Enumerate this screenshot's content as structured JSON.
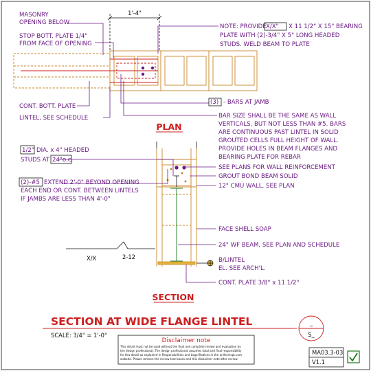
{
  "plan": {
    "title": "PLAN",
    "dim_width": "1'-4\"",
    "notes": {
      "masonry_1": "MASONRY",
      "masonry_2": "OPENING BELOW",
      "stop_plate_1": "STOP BOTT. PLATE 1/4\"",
      "stop_plate_2": "FROM FACE OF OPENING",
      "cont_plate": "CONT. BOTT. PLATE",
      "lintel": "LINTEL, SEE SCHEDULE",
      "bearing_1_pre": "NOTE: PROVIDE",
      "bearing_1_box": "X/X\"",
      "bearing_1_post": "X 11 1/2\" X 15\" BEARING",
      "bearing_2": "PLATE WITH (2)-3/4\" X 5\" LONG HEADED",
      "bearing_3": "STUDS. WELD BEAM TO PLATE",
      "bars_box": "(3)",
      "bars_text": "- BARS AT JAMB",
      "bar_size_1": "BAR SIZE SHALL BE THE SAME AS WALL",
      "bar_size_2": "VERTICALS, BUT NOT LESS THAN #5.  BARS",
      "bar_size_3": "ARE CONTINUOUS PAST LINTEL IN SOLID",
      "bar_size_4": "GROUTED CELLS FULL HEIGHT OF WALL.",
      "bar_size_5": "PROVIDE HOLES IN BEAM FLANGES AND",
      "bar_size_6": "BEARING PLATE FOR REBAR"
    }
  },
  "section": {
    "title": "SECTION",
    "notes": {
      "studs_box1": "1/2\"",
      "studs_1": "DIA. x 4\" HEADED",
      "studs_2_pre": "STUDS AT",
      "studs_box2": "24\"o.c.",
      "extend_box": "(2)-#5",
      "extend_1": "EXTEND 2'-0\" BEYOND OPENING",
      "extend_2": "EACH END OR CONT. BETWEEN LINTELS",
      "extend_3": "IF JAMBS ARE LESS THAN 4'-0\"",
      "wall_reinf": "SEE PLANS FOR WALL REINFORCEMENT",
      "grout": "GROUT BOND BEAM SOLID",
      "cmu": "12\" CMU WALL, SEE PLAN",
      "face_shell": "FACE SHELL SOAP",
      "wf_beam": "24\" WF BEAM, SEE PLAN AND SCHEDULE",
      "blintel_1": "B/LINTEL",
      "blintel_2": "EL. SEE ARCH'L.",
      "cont_plate": "CONT. PLATE 3/8\" x 11 1/2\"",
      "xx": "X/X",
      "slope": "2-12"
    }
  },
  "title_block": {
    "title": "SECTION AT WIDE FLANGE LINTEL",
    "scale": "SCALE: 3/4\" = 1'-0\"",
    "disclaimer_title": "Disclaimer note",
    "disclaimer_lines": [
      "This detail must not be used without the final and complete review and evaluation by",
      "the design professional. The design professional assumes total and final responsibility",
      "for this detail as explained in Responsibilities and Legal Notices in the uniformcpt.com",
      "website. Please remove the review text boxes and this disclaimer note after review."
    ],
    "section_marker_top": "_",
    "section_marker_bottom": "S_",
    "sheet_id": "MA03.3-03",
    "version": "V1.1"
  },
  "colors": {
    "annotation": "#6b1a85",
    "title": "#cc1f1f",
    "masonry": "#c9872a",
    "beam": "#1a7a1a"
  }
}
